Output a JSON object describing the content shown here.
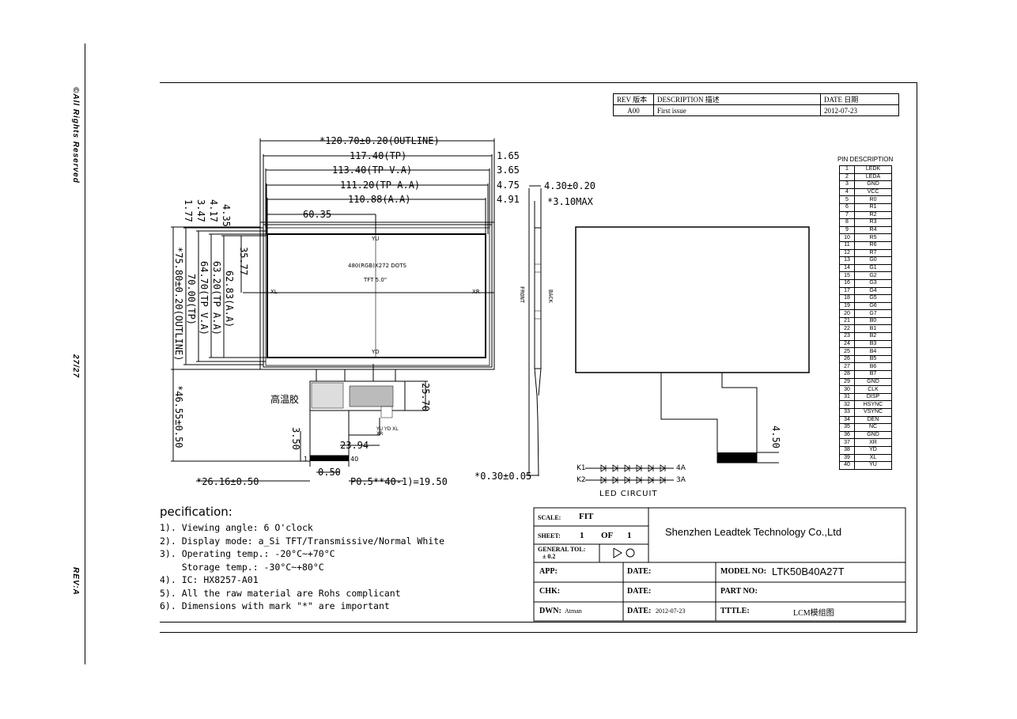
{
  "sidebar": {
    "rights": "©All Rights Reserved",
    "page": "27/27",
    "rev": "REV:A"
  },
  "rev_table": {
    "headers": [
      "REV 版本",
      "DESCRIPTION 描述",
      "DATE 日期"
    ],
    "row": [
      "A00",
      "First issue",
      "2012-07-23"
    ]
  },
  "front_view": {
    "outline_w": "*120.70±0.20(OUTLINE)",
    "tp_w": "117.40(TP)",
    "tp_va_w": "113.40(TP V.A)",
    "tp_aa_w": "111.20(TP A.A)",
    "aa_w": "110.88(A.A)",
    "offset_6035": "60.35",
    "r165": "1.65",
    "r365": "3.65",
    "r475": "4.75",
    "r491": "4.91",
    "v177": "1.77",
    "v347": "3.47",
    "v417": "4.17",
    "v435": "4.35",
    "v3577": "35.77",
    "v6283": "62.83(A.A)",
    "v6320": "63.20(TP A.A)",
    "v6470": "64.70(TP V.A)",
    "v7000": "70.00(TP)",
    "v7580": "*75.80±0.20(OUTLINE)",
    "v4655": "*46.55±0.50",
    "v2570": "25.70",
    "v350": "3.50",
    "h2394": "23.94",
    "h050": "0.50",
    "h2616": "*26.16±0.50",
    "pitch": "P0.5**40-1)=19.50",
    "dots": "480(RGB)X272 DOTS",
    "tft": "TFT 5.0\"",
    "yu": "YU",
    "yd": "YD",
    "xl": "XL",
    "xr": "XR",
    "glue": "高温胶",
    "pin1": "1",
    "pin40": "40",
    "fpc_label": "YU YD XL XR"
  },
  "side_view": {
    "thick": "4.30±0.20",
    "max": "*3.10MAX",
    "front": "FRONT",
    "back": "BACK",
    "fpc_t": "*0.30±0.05"
  },
  "back_view": {
    "v450": "4.50"
  },
  "led": {
    "k1": "K1",
    "k2": "K2",
    "a4": "4A",
    "a3": "3A",
    "title": "LED CIRCUIT"
  },
  "pins": {
    "title": "PIN DESCRIPTION",
    "list": [
      "LEDK",
      "LEDA",
      "GND",
      "VCC",
      "R0",
      "R1",
      "R2",
      "R3",
      "R4",
      "R5",
      "R6",
      "R7",
      "G0",
      "G1",
      "G2",
      "G3",
      "G4",
      "G5",
      "G6",
      "G7",
      "B0",
      "B1",
      "B2",
      "B3",
      "B4",
      "B5",
      "B6",
      "B7",
      "GND",
      "CLK",
      "DISP",
      "HSYNC",
      "VSYNC",
      "DEN",
      "NC",
      "GND",
      "XR",
      "YD",
      "XL",
      "YU"
    ]
  },
  "spec": {
    "heading": "pecification:",
    "items": [
      "1). Viewing angle: 6 O'clock",
      "2). Display mode: a_Si TFT/Transmissive/Normal White",
      "3). Operating temp.: -20°C~+70°C",
      "    Storage temp.: -30°C~+80°C",
      "4). IC: HX8257-A01",
      "5). All the raw material are Rohs complicant",
      "6). Dimensions with mark \"*\" are important"
    ]
  },
  "title_block": {
    "scale_l": "SCALE:",
    "scale_v": "FIT",
    "sheet_l": "SHEET:",
    "sheet_v": "1",
    "of": "OF",
    "sheet_t": "1",
    "tol_l": "GENERAL TOL:",
    "tol_v": "± 0.2",
    "company": "Shenzhen Leadtek Technology Co.,Ltd",
    "app": "APP:",
    "date": "DATE:",
    "model_l": "MODEL NO:",
    "model_v": "LTK50B40A27T",
    "chk": "CHK:",
    "part": "PART NO:",
    "dwn": "DWN:",
    "dwn_v": "Atman",
    "date_v": "2012-07-23",
    "title_l": "TTTLE:",
    "title_v": "LCM模组图"
  }
}
